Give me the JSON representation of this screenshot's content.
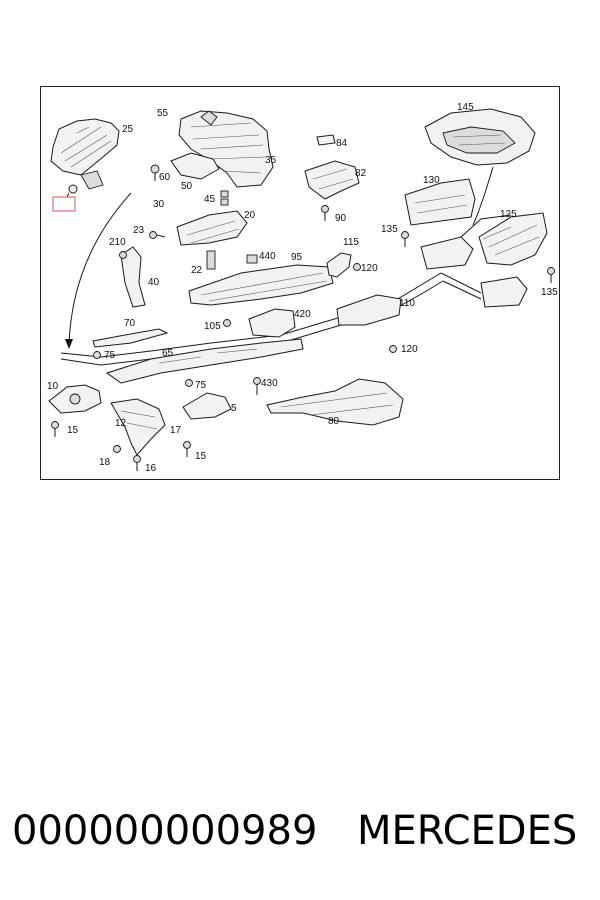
{
  "diagram": {
    "highlight_color": "#d9534f",
    "labels": {
      "l145": "145",
      "l55": "55",
      "l25": "25",
      "l84": "84",
      "l35": "35",
      "l60": "60",
      "l50": "50",
      "l82": "82",
      "l30": "30",
      "l45": "45",
      "l130": "130",
      "l20": "20",
      "l90": "90",
      "l23": "23",
      "l125": "125",
      "l135a": "135",
      "l210": "210",
      "l115": "115",
      "l22": "22",
      "l440": "440",
      "l95": "95",
      "l120a": "120",
      "l40": "40",
      "l135b": "135",
      "l110": "110",
      "l70": "70",
      "l105": "105",
      "l420": "420",
      "l75a": "75",
      "l65": "65",
      "l120b": "120",
      "l10": "10",
      "l75b": "75",
      "l430": "430",
      "l5": "5",
      "l80": "80",
      "l12": "12",
      "l17": "17",
      "l15a": "15",
      "l18": "18",
      "l16": "16",
      "l15b": "15"
    }
  },
  "footer": {
    "code": "000000000989",
    "brand": "MERCEDES"
  }
}
